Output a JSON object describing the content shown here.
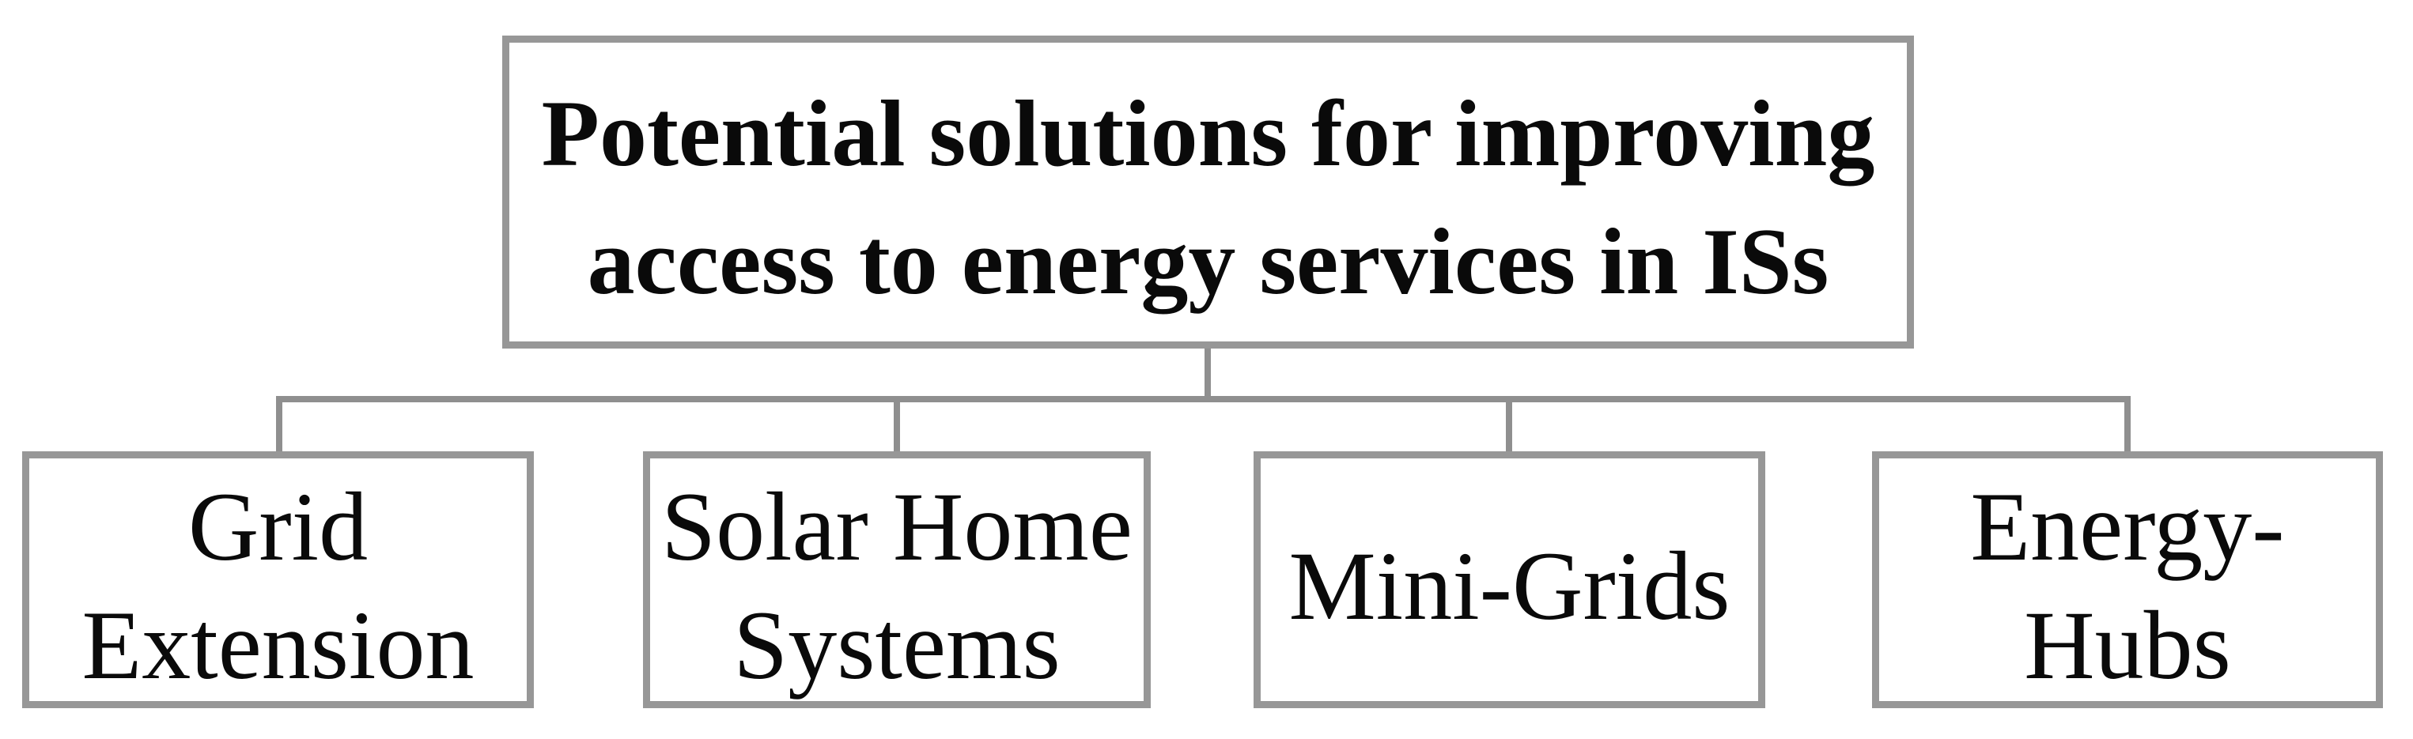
{
  "figure": {
    "type": "hierarchy-diagram",
    "background_color": "#ffffff",
    "box_border_color": "#979797",
    "connector_color": "#8f8f8f",
    "text_color": "#0a0a0a",
    "root": {
      "label": "Potential solutions for improving access to energy services in ISs",
      "lines": [
        "Potential solutions for improving",
        "access to energy services in ISs"
      ]
    },
    "children": [
      {
        "id": "grid-extension",
        "label": "Grid Extension",
        "lines": [
          "Grid",
          "Extension"
        ]
      },
      {
        "id": "solar-home-systems",
        "label": "Solar Home Systems",
        "lines": [
          "Solar Home",
          "Systems"
        ]
      },
      {
        "id": "mini-grids",
        "label": "Mini-Grids",
        "lines": [
          "Mini-Grids"
        ]
      },
      {
        "id": "energy-hubs",
        "label": "Energy-Hubs",
        "lines": [
          "Energy-",
          "Hubs"
        ]
      }
    ]
  }
}
